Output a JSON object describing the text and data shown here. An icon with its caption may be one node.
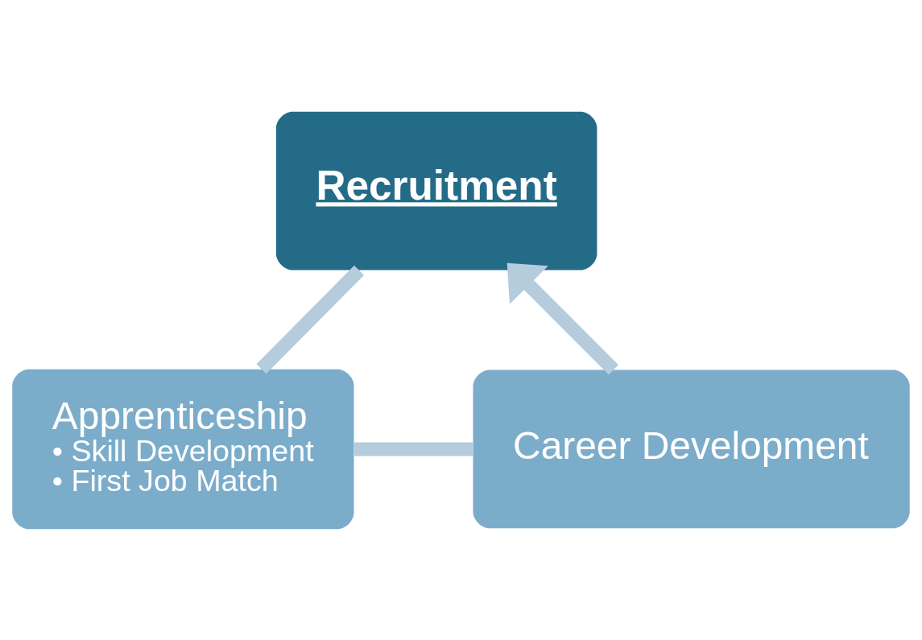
{
  "diagram": {
    "nodes": [
      {
        "text": [
          "Recruitment"
        ]
      },
      {
        "text": [
          "Apprenticeship",
          "• Skill Development",
          "• First Job Match"
        ]
      },
      {
        "text": [
          "Career Development"
        ]
      }
    ],
    "edges": [
      {
        "from": 0,
        "to": 1,
        "arrow": "none"
      },
      {
        "from": 1,
        "to": 2,
        "arrow": "none"
      },
      {
        "from": 2,
        "to": 0,
        "arrow": "to"
      }
    ]
  }
}
